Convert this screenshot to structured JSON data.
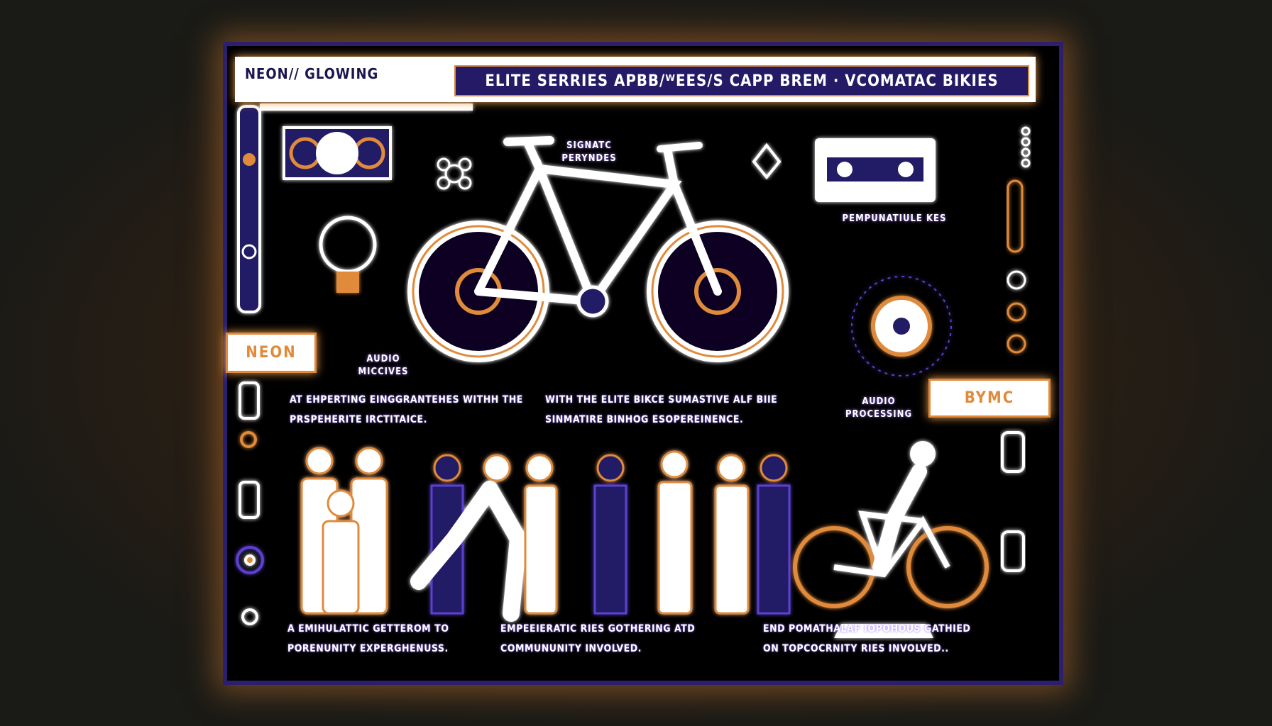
{
  "header": {
    "tag": "NEON// GLOWING",
    "title": "ELITE SERRIES APBB/ᵂEES/S CAPP BREM · VCOMATAC BIKIES"
  },
  "labels": {
    "signature": "SIGNATC PERYNDES",
    "pempunatiule": "PEMPUNATIULE KES",
    "neon": "NEON",
    "audio_mic": "AUDIO MICCIVES",
    "bymc": "BYMC",
    "audio_processing": "AUDIO PROCESSING"
  },
  "middle_text": [
    {
      "line1": "AT EHPERTING EINGGRANTEHES WITHH THE",
      "line2": "PRSPEHERITE IRCTITAICE."
    },
    {
      "line1": "WITH THE ELITE BIKCE SUMASTIVE ALF BIIE",
      "line2": "SINMATIRE BINHOG ESOPEREINENCE."
    }
  ],
  "bottom_text": [
    {
      "line1": "A EMIHULATTIC GETTEROM TO",
      "line2": "PORENUNITY EXPERGHENUSS."
    },
    {
      "line1": "EMPEEIERATIC RIES GOTHERING ATD",
      "line2": "COMMUNUNITY INVOLVED."
    },
    {
      "line1": "END POMATHALAF IOPOHOUS GATHIED",
      "line2": "ON TOPCOCRNITY RIES INVOLVED.."
    }
  ],
  "colors": {
    "orange": "#e08a3a",
    "purple": "#5b3fd0",
    "navy": "#241a66",
    "glow": "#f0a050"
  }
}
